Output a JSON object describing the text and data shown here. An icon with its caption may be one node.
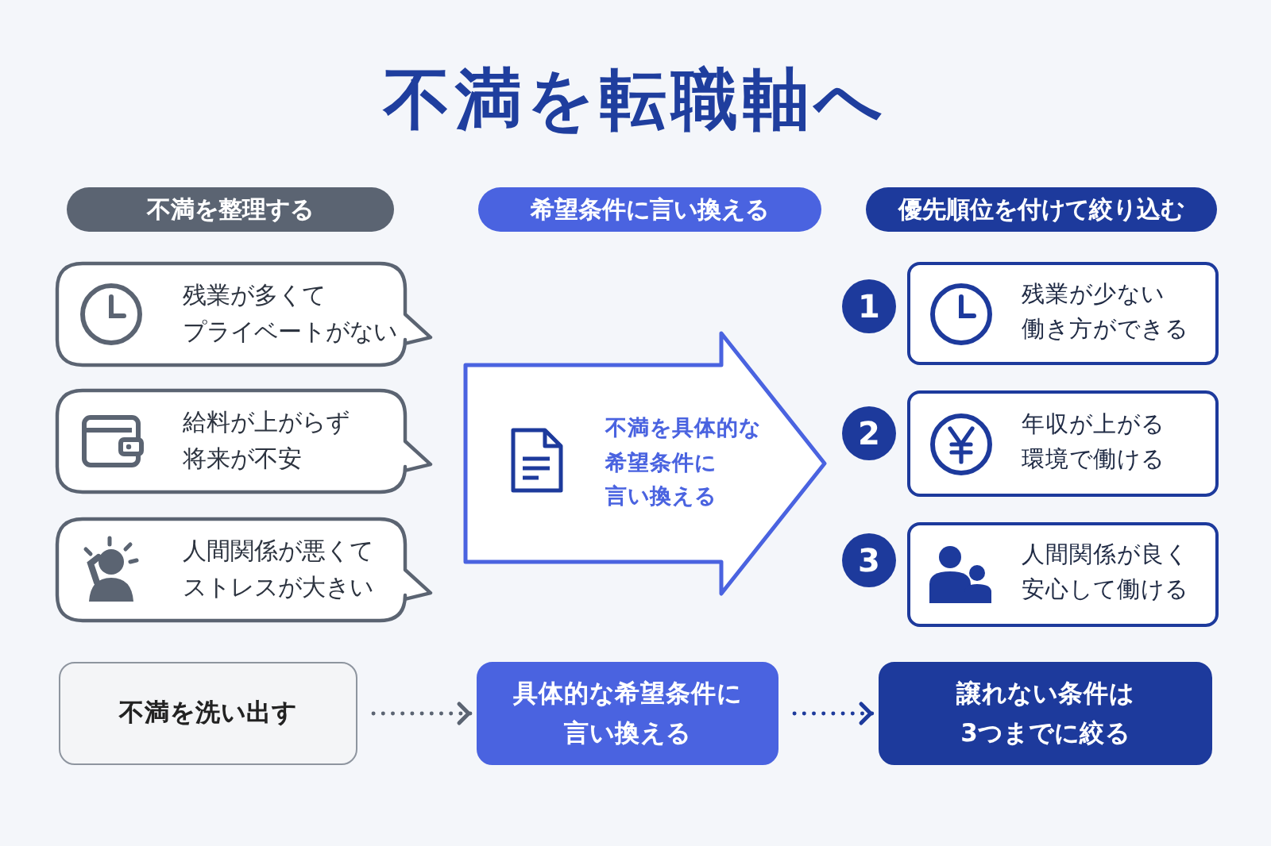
{
  "diagram": {
    "title": "不満を転職軸へ",
    "nodes": [
      {
        "text": [
          "不満を整理する"
        ]
      },
      {
        "text": [
          "希望条件に言い換える"
        ]
      },
      {
        "text": [
          "優先順位を付けて絞り込む"
        ]
      },
      {
        "text": [
          "残業が多くてプライベートがない"
        ]
      },
      {
        "text": [
          "給料が上がらず将来が不安"
        ]
      },
      {
        "text": [
          "人間関係が悪くてストレスが大きい"
        ]
      },
      {
        "text": [
          "不満を具体的な希望条件に言い換える"
        ]
      },
      {
        "text": [
          "1"
        ]
      },
      {
        "text": [
          "残業が少ない働き方ができる"
        ]
      },
      {
        "text": [
          "2"
        ]
      },
      {
        "text": [
          "年収が上がる環境で働ける"
        ]
      },
      {
        "text": [
          "3"
        ]
      },
      {
        "text": [
          "人間関係が良く安心して働ける"
        ]
      },
      {
        "text": [
          "不満を洗い出す"
        ]
      },
      {
        "text": [
          "具体的な希望条件に言い換える"
        ]
      },
      {
        "text": [
          "譲れない条件は3つまでに絞る"
        ]
      }
    ],
    "edges": [
      {
        "from": 13,
        "to": 14,
        "arrow": "to",
        "style": "dashed",
        "color": "#5b6472"
      },
      {
        "from": 14,
        "to": 15,
        "arrow": "to",
        "style": "dashed",
        "color": "#1d3a9c"
      }
    ]
  }
}
